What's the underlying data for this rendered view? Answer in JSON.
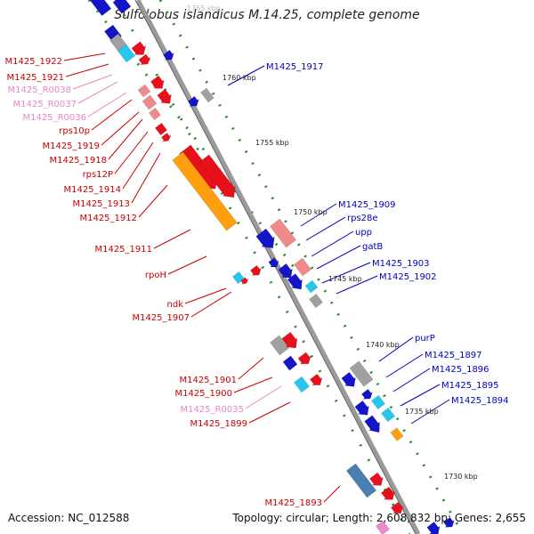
{
  "title": "Sulfolobus islandicus M.14.25, complete genome",
  "footer": {
    "accession": "Accession: NC_012588",
    "topology": "Topology: circular; Length: 2,608,832 bp; Genes: 2,655"
  },
  "colors": {
    "forward_cds": "#e8101a",
    "forward_light": "#f08a8a",
    "reverse_cds": "#1414c8",
    "reverse_light": "#26c6ef",
    "rna": "#ee88cc",
    "hypothetical": "#a0a0a0",
    "orange": "#ff9f10",
    "steel": "#4a7fb0",
    "backbone": "#9a9a9a",
    "ticks": "#2a8a2a",
    "label_red": "#cc0000",
    "label_pink": "#e887c5",
    "label_blue": "#0000bb"
  },
  "scale_labels": [
    "1765 kbp",
    "1760 kbp",
    "1755 kbp",
    "1750 kbp",
    "1745 kbp",
    "1740 kbp",
    "1735 kbp",
    "1730 kbp"
  ],
  "left_labels": [
    {
      "text": "M1425_1922",
      "color": "red"
    },
    {
      "text": "M1425_1921",
      "color": "red"
    },
    {
      "text": "M1425_R0038",
      "color": "pink"
    },
    {
      "text": "M1425_R0037",
      "color": "pink"
    },
    {
      "text": "M1425_R0036",
      "color": "pink"
    },
    {
      "text": "rps10p",
      "color": "red"
    },
    {
      "text": "M1425_1919",
      "color": "red"
    },
    {
      "text": "M1425_1918",
      "color": "red"
    },
    {
      "text": "rps12P",
      "color": "red"
    },
    {
      "text": "M1425_1914",
      "color": "red"
    },
    {
      "text": "M1425_1913",
      "color": "red"
    },
    {
      "text": "M1425_1912",
      "color": "red"
    },
    {
      "text": "M1425_1911",
      "color": "red"
    },
    {
      "text": "rpoH",
      "color": "red"
    },
    {
      "text": "ndk",
      "color": "red"
    },
    {
      "text": "M1425_1907",
      "color": "red"
    },
    {
      "text": "M1425_1901",
      "color": "red"
    },
    {
      "text": "M1425_1900",
      "color": "red"
    },
    {
      "text": "M1425_R0035",
      "color": "pink"
    },
    {
      "text": "M1425_1899",
      "color": "red"
    },
    {
      "text": "M1425_1893",
      "color": "red"
    }
  ],
  "right_labels": [
    {
      "text": "M1425_1917",
      "color": "blue"
    },
    {
      "text": "M1425_1909",
      "color": "blue"
    },
    {
      "text": "rps28e",
      "color": "blue"
    },
    {
      "text": "upp",
      "color": "blue"
    },
    {
      "text": "gatB",
      "color": "blue"
    },
    {
      "text": "M1425_1903",
      "color": "blue"
    },
    {
      "text": "M1425_1902",
      "color": "blue"
    },
    {
      "text": "purP",
      "color": "blue"
    },
    {
      "text": "M1425_1897",
      "color": "blue"
    },
    {
      "text": "M1425_1896",
      "color": "blue"
    },
    {
      "text": "M1425_1895",
      "color": "blue"
    },
    {
      "text": "M1425_1894",
      "color": "blue"
    }
  ]
}
